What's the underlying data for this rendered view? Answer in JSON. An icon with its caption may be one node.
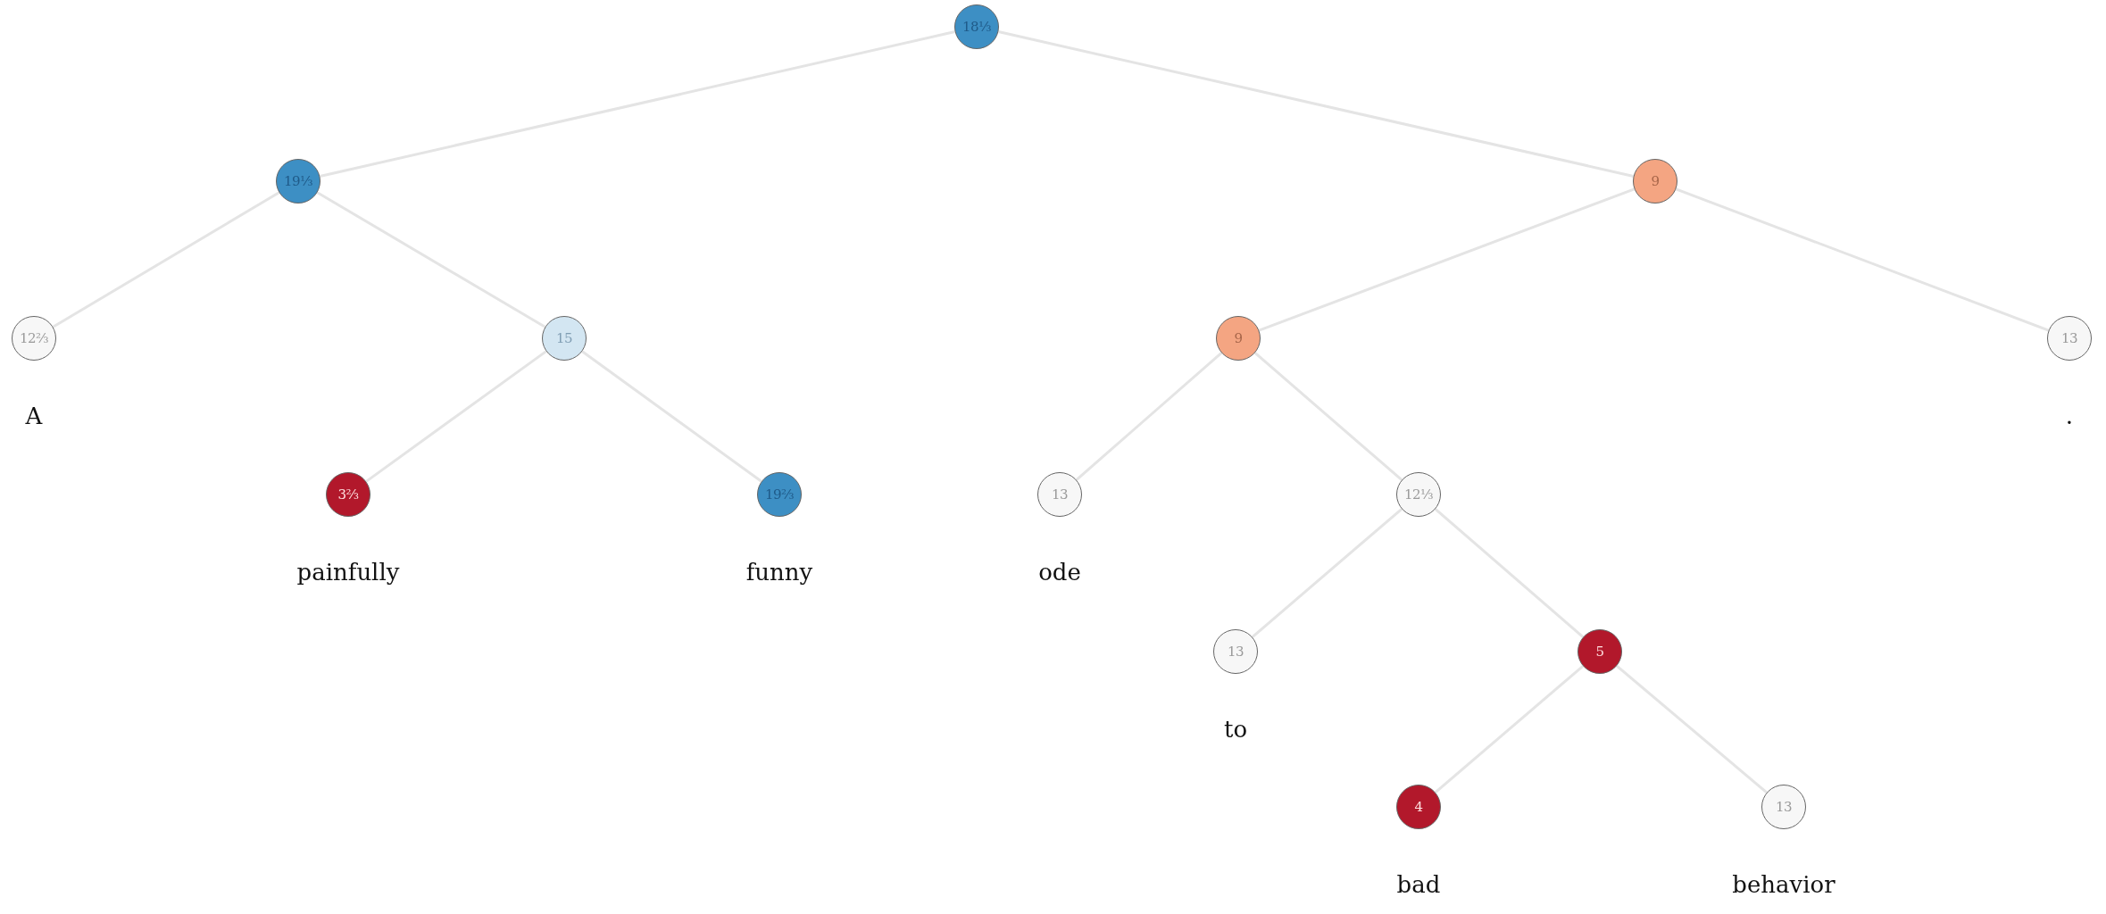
{
  "diagram": {
    "nodes": [
      {
        "text": [
          "18⅓"
        ]
      },
      {
        "text": [
          "19⅓"
        ]
      },
      {
        "text": [
          "12⅔"
        ],
        "beside": [
          "A"
        ]
      },
      {
        "text": [
          "15"
        ]
      },
      {
        "text": [
          "3⅔"
        ],
        "beside": [
          "painfully"
        ]
      },
      {
        "text": [
          "19⅔"
        ],
        "beside": [
          "funny"
        ]
      },
      {
        "text": [
          "9"
        ]
      },
      {
        "text": [
          "9"
        ]
      },
      {
        "text": [
          "13"
        ],
        "beside": [
          "."
        ]
      },
      {
        "text": [
          "13"
        ],
        "beside": [
          "ode"
        ]
      },
      {
        "text": [
          "12⅓"
        ]
      },
      {
        "text": [
          "13"
        ],
        "beside": [
          "to"
        ]
      },
      {
        "text": [
          "5"
        ]
      },
      {
        "text": [
          "4"
        ],
        "beside": [
          "bad"
        ]
      },
      {
        "text": [
          "13"
        ],
        "beside": [
          "behavior"
        ]
      }
    ],
    "edges": [
      {
        "from": 0,
        "to": 1,
        "arrow": "none"
      },
      {
        "from": 0,
        "to": 6,
        "arrow": "none"
      },
      {
        "from": 1,
        "to": 2,
        "arrow": "none"
      },
      {
        "from": 1,
        "to": 3,
        "arrow": "none"
      },
      {
        "from": 3,
        "to": 4,
        "arrow": "none"
      },
      {
        "from": 3,
        "to": 5,
        "arrow": "none"
      },
      {
        "from": 6,
        "to": 7,
        "arrow": "none"
      },
      {
        "from": 6,
        "to": 8,
        "arrow": "none"
      },
      {
        "from": 7,
        "to": 9,
        "arrow": "none"
      },
      {
        "from": 7,
        "to": 10,
        "arrow": "none"
      },
      {
        "from": 10,
        "to": 11,
        "arrow": "none"
      },
      {
        "from": 10,
        "to": 12,
        "arrow": "none"
      },
      {
        "from": 12,
        "to": 13,
        "arrow": "none"
      },
      {
        "from": 12,
        "to": 14,
        "arrow": "none"
      }
    ]
  }
}
